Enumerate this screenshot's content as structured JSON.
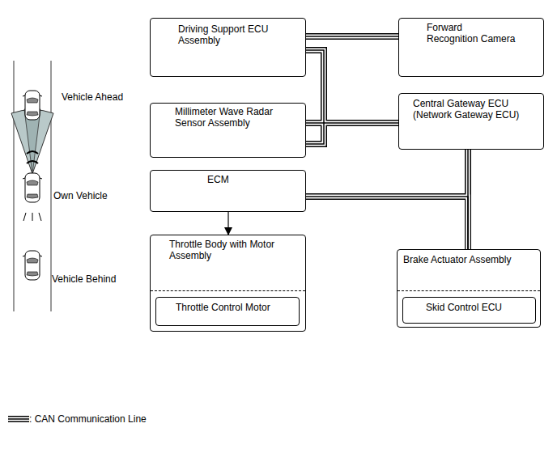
{
  "diagram": {
    "nodes": [
      {
        "text": [
          "Driving Support ECU Assembly"
        ]
      },
      {
        "text": [
          "Forward Recognition Camera"
        ]
      },
      {
        "text": [
          "Millimeter Wave Radar Sensor Assembly"
        ]
      },
      {
        "text": [
          "Central Gateway ECU (Network Gateway ECU)"
        ]
      },
      {
        "text": [
          "ECM"
        ]
      },
      {
        "text": [
          "Throttle Body with Motor Assembly"
        ]
      },
      {
        "text": [
          "Throttle Control Motor"
        ],
        "in": 5
      },
      {
        "text": [
          "Brake Actuator Assembly"
        ]
      },
      {
        "text": [
          "Skid Control ECU"
        ],
        "in": 7
      }
    ],
    "edges": [
      {
        "from": 0,
        "to": 1,
        "arrow": "none"
      },
      {
        "from": 0,
        "to": 2,
        "arrow": "none"
      },
      {
        "from": 2,
        "to": 3,
        "arrow": "none"
      },
      {
        "from": 3,
        "to": 7,
        "arrow": "none"
      },
      {
        "from": 4,
        "to": 7,
        "arrow": "none"
      },
      {
        "from": 4,
        "to": 5,
        "arrow": "to"
      }
    ],
    "labels": [
      "Vehicle Ahead",
      "Own Vehicle",
      "Vehicle Behind"
    ],
    "legend": [
      {
        "text": ": CAN Communication Line"
      }
    ]
  }
}
